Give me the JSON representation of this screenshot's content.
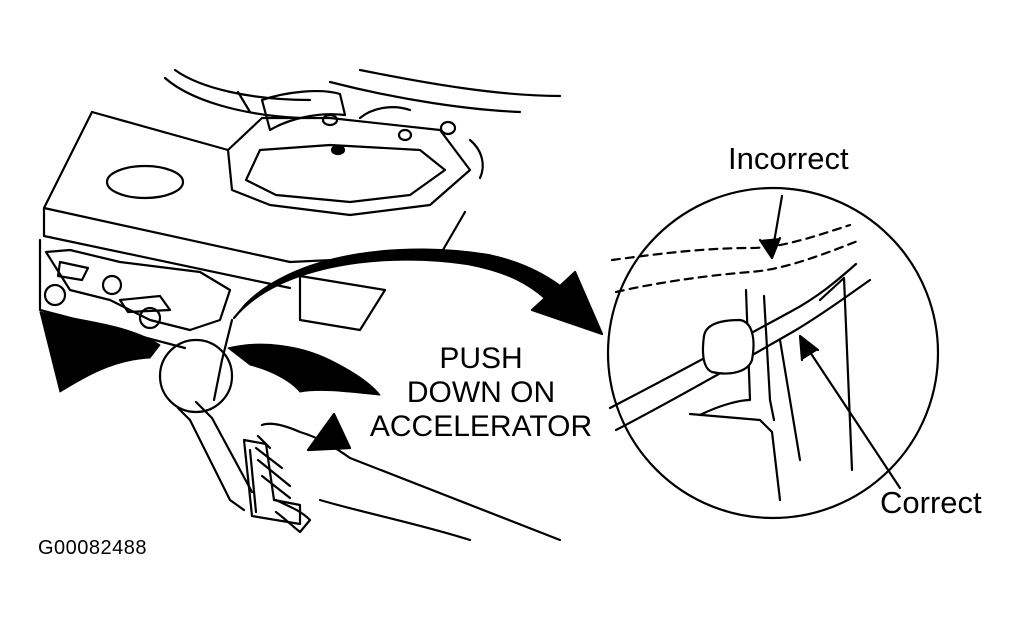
{
  "instruction": {
    "line1": "PUSH",
    "line2": "DOWN ON",
    "line3": "ACCELERATOR"
  },
  "callouts": {
    "incorrect": "Incorrect",
    "correct": "Correct"
  },
  "figure_id": "G00082488",
  "colors": {
    "ink": "#000000",
    "paper": "#ffffff"
  }
}
